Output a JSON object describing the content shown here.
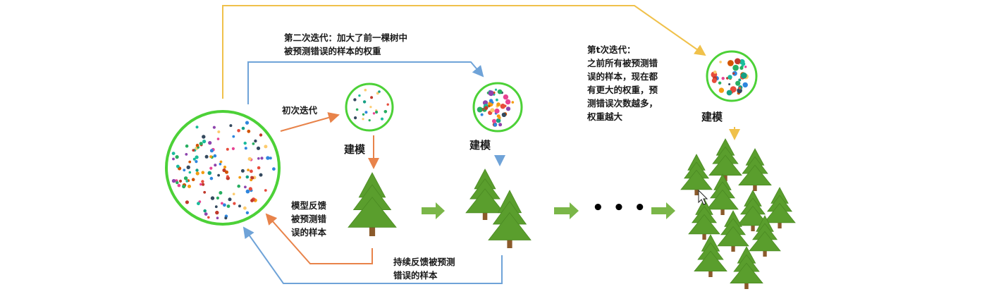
{
  "labels": {
    "first_iteration": "初次迭代",
    "second_iteration_line1": "第二次迭代：加大了前一棵树中",
    "second_iteration_line2": "被预测错误的样本的权重",
    "t_iteration_lines": [
      "第t次迭代：",
      "之前所有被预测错",
      "误的样本，现在都",
      "有更大的权重，预",
      "测错误次数越多，",
      "权重越大"
    ],
    "build_model": "建模",
    "model_feedback_lines": [
      "模型反馈",
      "被预测错",
      "误的样本"
    ],
    "continuous_feedback_lines": [
      "持续反馈被预测",
      "错误的样本"
    ],
    "ellipsis": "• • •"
  },
  "icons": {
    "sample_set": "dotted-circle-icon",
    "tree": "pine-tree-icon",
    "step_arrow": "right-arrow-icon",
    "cursor": "mouse-cursor-icon"
  },
  "colors": {
    "circle_border": "#4cd137",
    "tree_green": "#5a9e2d",
    "tree_trunk": "#8b5a2b",
    "step_arrow": "#7ab648",
    "orange_line": "#e8834a",
    "blue_line": "#6fa3d8",
    "yellow_line": "#f0c14b",
    "dot_palette": [
      "#e74c3c",
      "#27ae60",
      "#2e86de",
      "#f39c12",
      "#8e44ad",
      "#e84393",
      "#16a085",
      "#fdcb6e",
      "#34495e",
      "#1abc9c",
      "#d35400",
      "#c0392b"
    ]
  }
}
